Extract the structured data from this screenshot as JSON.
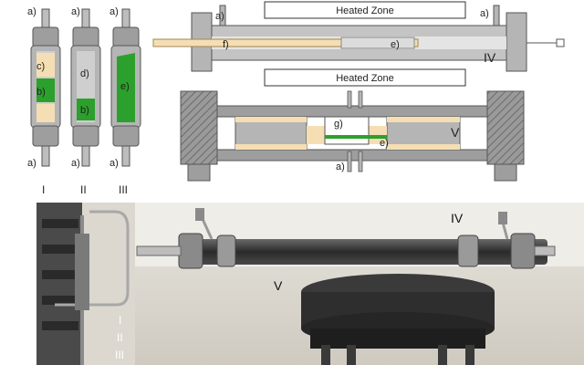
{
  "labels": {
    "a": "a)",
    "b": "b)",
    "c": "c)",
    "d": "d)",
    "e": "e)",
    "f": "f)",
    "g": "g)",
    "roman": {
      "I": "I",
      "II": "II",
      "III": "III",
      "IV": "IV",
      "V": "V"
    }
  },
  "heated_zone_label": "Heated Zone",
  "photo": {
    "label_IV": "IV",
    "label_V": "V",
    "label_stack": [
      "I",
      "II",
      "III"
    ]
  },
  "colors": {
    "steel": "#a8a8a8",
    "steel_dark": "#7a7a7a",
    "beige": "#f5deb3",
    "green": "#2ca02c",
    "light_gray": "#dcdcdc",
    "bg": "#ffffff"
  }
}
